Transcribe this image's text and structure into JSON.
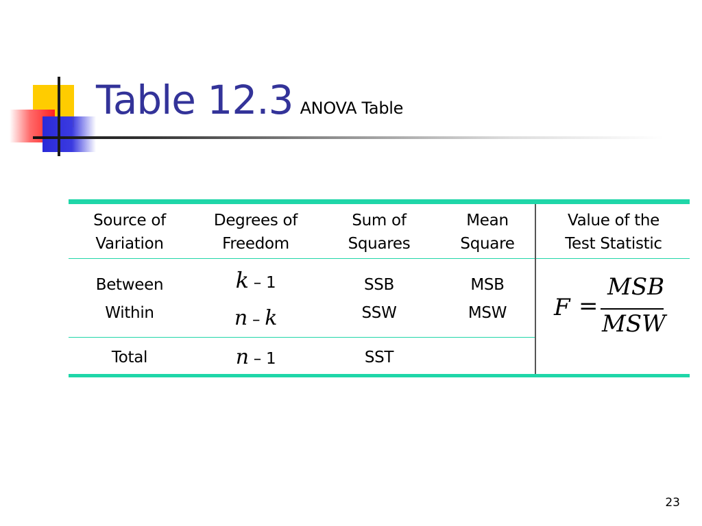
{
  "slide": {
    "title": "Table 12.3",
    "subtitle": "ANOVA Table",
    "page_number": "23"
  },
  "table": {
    "headers": {
      "source": [
        "Source of",
        "Variation"
      ],
      "df": [
        "Degrees of",
        "Freedom"
      ],
      "ss": [
        "Sum of",
        "Squares"
      ],
      "ms": [
        "Mean",
        "Square"
      ],
      "stat": [
        "Value of the",
        "Test Statistic"
      ]
    },
    "rows": {
      "between": {
        "source": "Between",
        "df_var": "k",
        "df_op": "–",
        "df_num": "1",
        "ss": "SSB",
        "ms": "MSB"
      },
      "within": {
        "source": "Within",
        "df_var": "n",
        "df_op": "–",
        "df_var2": "k",
        "ss": "SSW",
        "ms": "MSW"
      },
      "total": {
        "source": "Total",
        "df_var": "n",
        "df_op": "–",
        "df_num": "1",
        "ss": "SST"
      }
    },
    "formula": {
      "lhs": "F",
      "eq": "=",
      "numerator": "MSB",
      "denominator": "MSW"
    }
  },
  "colors": {
    "title": "#333399",
    "table_rule": "#1fd6a8",
    "deco_yellow": "#ffcc00",
    "deco_red": "#ff2020",
    "deco_blue": "#2a2ad8"
  }
}
